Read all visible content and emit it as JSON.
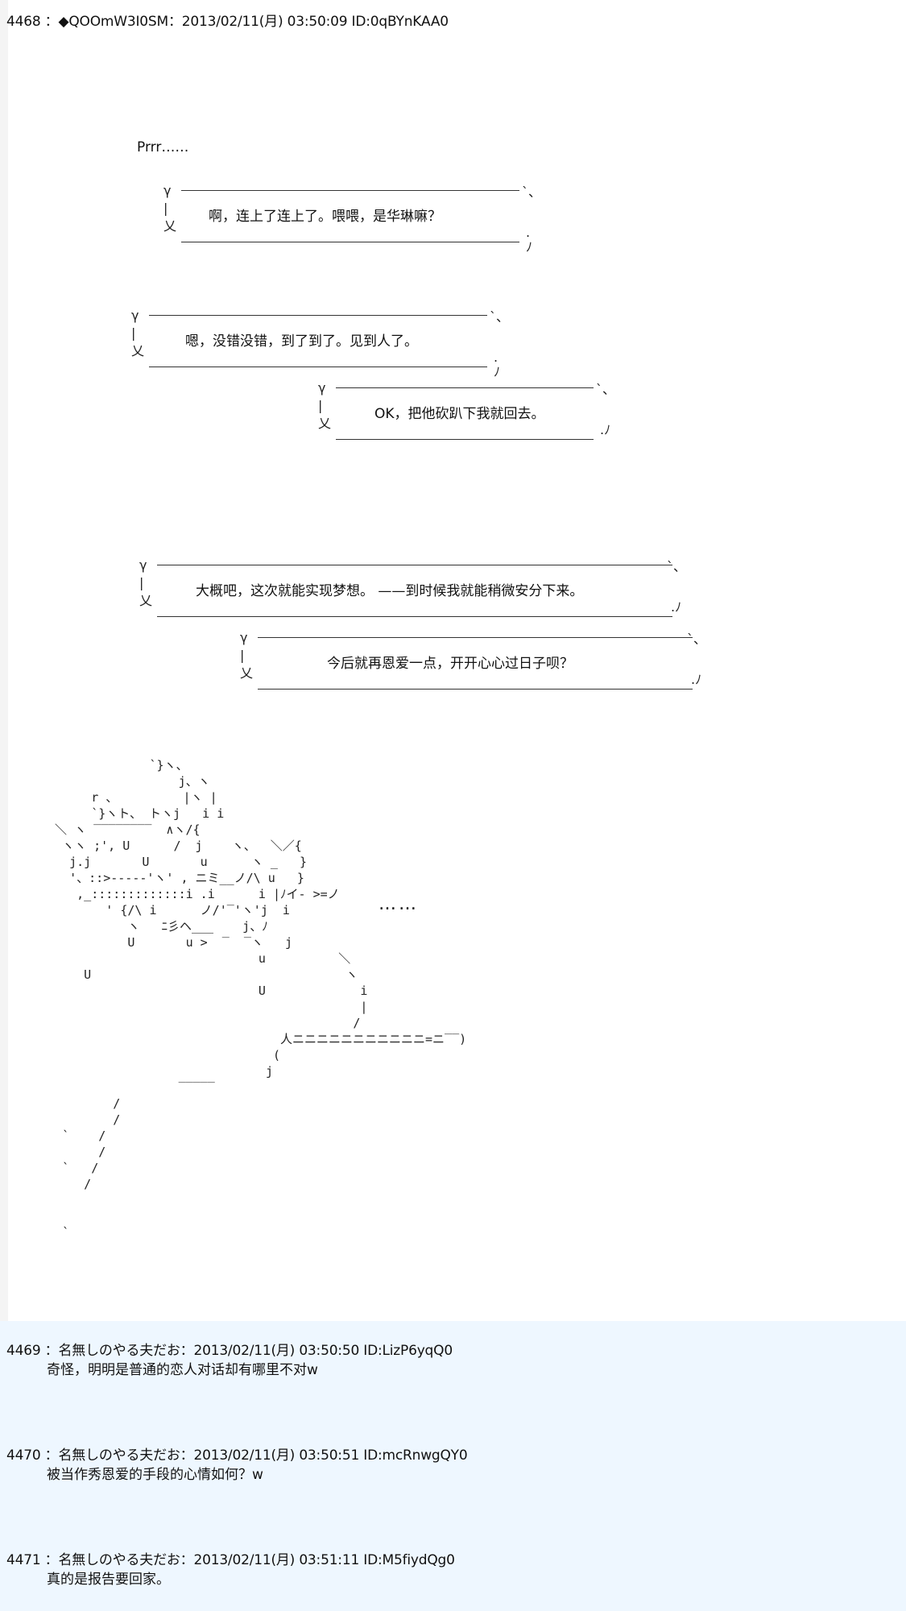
{
  "post_main": {
    "header": "4468 ：◆QOOmW3I0SM：2013/02/11(月) 03:50:09 ID:0qBYnKAA0",
    "intro": "Prrr……",
    "bubbles": [
      "啊，连上了连上了。喂喂，是华琳嘛？",
      "嗯，没错没错，到了到了。见到人了。",
      "OK，把他砍趴下我就回去。",
      "大概吧，这次就能实现梦想。 ——到时候我就能稍微安分下来。",
      "今后就再恩爱一点，开开心心过日子呗？"
    ],
    "ellipsis": "……",
    "aa_lines": [
      "               `}ヽ、",
      "                   j、ヽ",
      "       r 、         |ヽ |",
      "       `}ヽト、 トヽj   i i",
      "  ＼ ヽ ‾‾‾‾‾‾‾‾  ∧ヽ/{",
      "   ヽヽ ;', U      /  j    ヽ、  ＼／{",
      "    j.j       U       u      ヽ _   }",
      "    '、::>-----'ヽ' , ニミ__ノ/\\ u   }",
      "     ,_:::::::::::::i .i      i |ﾉイ‐ >=ノ",
      "         ' {/\\ i      ノ/'‾'ヽ'j  i",
      "            ヽ   ﾆ彡ヘ___    j、ﾉ",
      "            U       u >  ‾  ‾ヽ   j",
      "                              u          ＼",
      "      U                                   ヽ",
      "                              U             i",
      "                                            |",
      "                                           /",
      "                                 人ニニニニニニニニニニニ=ニ‾‾)",
      "                                (",
      "                               j",
      "                   ‾‾‾‾‾",
      "          /",
      "          /",
      "   `    /",
      "        /",
      "   `   /",
      "      /",
      "",
      "",
      "   `"
    ]
  },
  "replies": [
    {
      "header": "4469 ：名無しのやる夫だお：2013/02/11(月) 03:50:50 ID:LizP6yqQ0",
      "body": "奇怪，明明是普通的恋人对话却有哪里不对w"
    },
    {
      "header": "4470 ：名無しのやる夫だお：2013/02/11(月) 03:50:51 ID:mcRnwgQY0",
      "body": "被当作秀恩爱的手段的心情如何？w"
    },
    {
      "header": "4471 ：名無しのやる夫だお：2013/02/11(月) 03:51:11 ID:M5fiydQg0",
      "body": "真的是报告要回家。"
    }
  ]
}
